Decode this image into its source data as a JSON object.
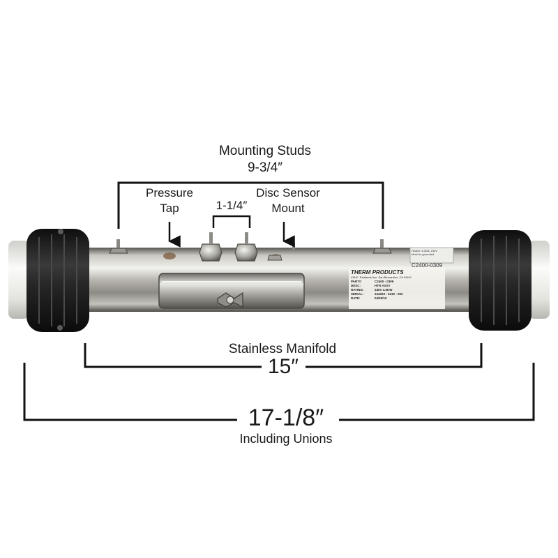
{
  "labels": {
    "mounting_studs": "Mounting Studs",
    "mounting_studs_dim": "9-3/4″",
    "pressure_tap_1": "Pressure",
    "pressure_tap_2": "Tap",
    "stud_spacing": "1-1/4″",
    "disc_sensor_1": "Disc Sensor",
    "disc_sensor_2": "Mount",
    "manifold": "Stainless Manifold",
    "manifold_dim": "15″",
    "overall_dim": "17-1/8″",
    "overall_note": "Including Unions"
  },
  "product_label": {
    "brand_1": "THERM",
    "brand_2": "PRODUCTS",
    "part_code": "C2400-0309",
    "address": "436 E. Redlands Ave. San Bernardino, CA 92401",
    "rows": [
      {
        "key": "PART#:",
        "value": "C2400 - 0309"
      },
      {
        "key": "DESC:",
        "value": "HTR ASSY"
      },
      {
        "key": "RATING:",
        "value": "240V 4.0KW"
      },
      {
        "key": "SERIAL:",
        "value": "134023 - 0410 - 002"
      },
      {
        "key": "DATE:",
        "value": "04/20/10"
      }
    ],
    "sticker_1": "Heater: 4.0kW, 240V",
    "sticker_2": "Must be grounded"
  },
  "colors": {
    "tube_light": "#e6e6e2",
    "tube_mid": "#a8a8a2",
    "tube_dark": "#55534e",
    "union_black": "#1e1e1e",
    "pvc_white": "#f1f1ee",
    "dim_line": "#111111"
  }
}
